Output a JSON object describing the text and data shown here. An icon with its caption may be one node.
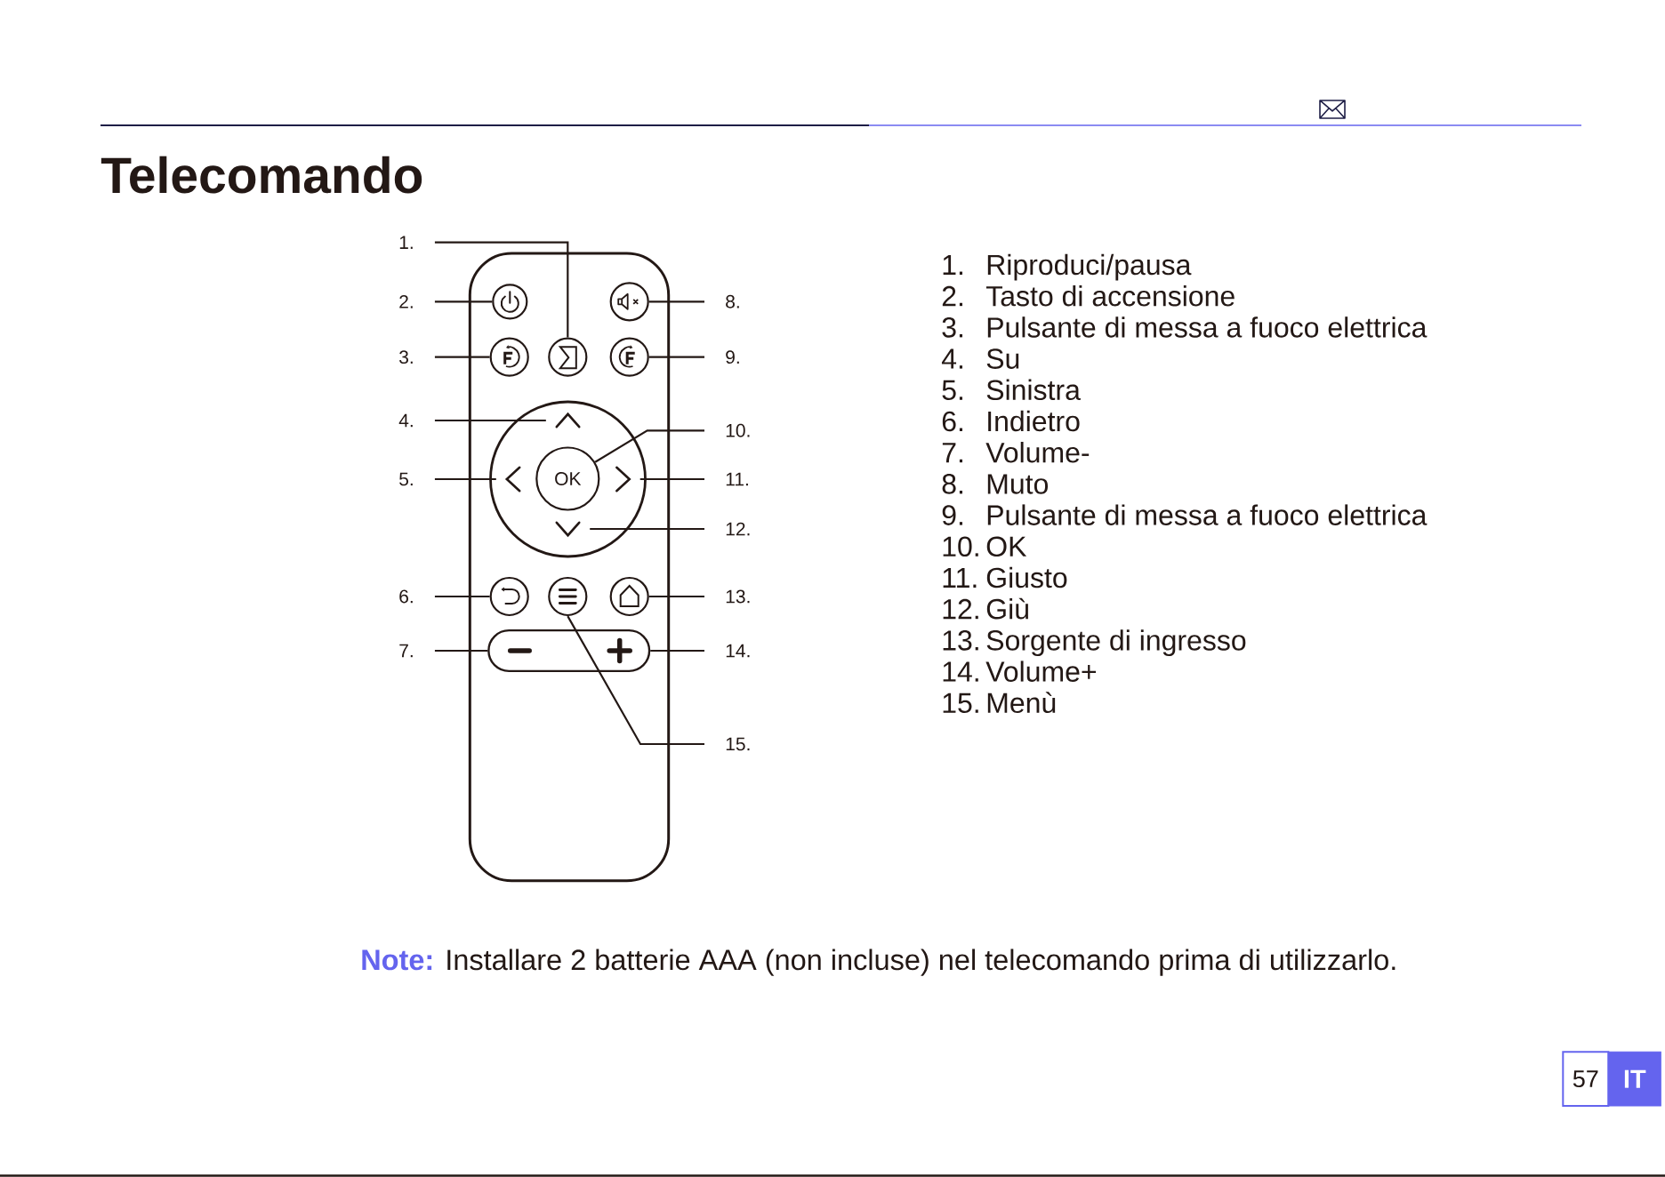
{
  "diagram": {
    "title": "Telecomando",
    "caption": "**Note:** Installare 2 batterie AAA (non incluse) nel telecomando prima di utilizzarlo.",
    "nodes": [
      {
        "text": [],
        "shape": "box"
      },
      {
        "text": [],
        "shape": "circle",
        "in": 0
      },
      {
        "text": [],
        "shape": "circle",
        "in": 0
      },
      {
        "text": [],
        "shape": "circle",
        "in": 0
      },
      {
        "text": [],
        "shape": "circle",
        "in": 0
      },
      {
        "text": [],
        "shape": "circle",
        "in": 0
      },
      {
        "text": [],
        "shape": "circle",
        "in": 0
      },
      {
        "text": [],
        "shape": "chevron",
        "in": 6
      },
      {
        "text": [],
        "shape": "chevron",
        "in": 6
      },
      {
        "text": [
          "OK"
        ],
        "in": 6
      },
      {
        "text": [],
        "shape": "chevron",
        "in": 6
      },
      {
        "text": [],
        "shape": "chevron",
        "in": 6
      },
      {
        "text": [],
        "shape": "circle",
        "in": 0
      },
      {
        "text": [],
        "shape": "circle",
        "in": 0
      },
      {
        "text": [],
        "shape": "circle",
        "in": 0
      },
      {
        "text": [],
        "shape": "box",
        "in": 0
      },
      {
        "text": [
          "1."
        ]
      },
      {
        "text": [
          "2."
        ]
      },
      {
        "text": [
          "3."
        ]
      },
      {
        "text": [
          "4."
        ]
      },
      {
        "text": [
          "5."
        ]
      },
      {
        "text": [
          "6."
        ]
      },
      {
        "text": [
          "7."
        ]
      },
      {
        "text": [
          "8."
        ]
      },
      {
        "text": [
          "9."
        ]
      },
      {
        "text": [
          "10."
        ]
      },
      {
        "text": [
          "11."
        ]
      },
      {
        "text": [
          "12."
        ]
      },
      {
        "text": [
          "13."
        ]
      },
      {
        "text": [
          "14."
        ]
      },
      {
        "text": [
          "15."
        ]
      },
      {
        "text": [
          "57"
        ]
      },
      {
        "text": [
          "IT"
        ]
      }
    ],
    "edges": [
      {
        "from": 16,
        "to": 4,
        "arrow": "none"
      },
      {
        "from": 17,
        "to": 1,
        "arrow": "none"
      },
      {
        "from": 18,
        "to": 3,
        "arrow": "none"
      },
      {
        "from": 19,
        "to": 7,
        "arrow": "none"
      },
      {
        "from": 20,
        "to": 8,
        "arrow": "none"
      },
      {
        "from": 21,
        "to": 12,
        "arrow": "none"
      },
      {
        "from": 22,
        "to": 15,
        "arrow": "none"
      },
      {
        "from": 23,
        "to": 2,
        "arrow": "none"
      },
      {
        "from": 24,
        "to": 5,
        "arrow": "none"
      },
      {
        "from": 25,
        "to": 9,
        "arrow": "none"
      },
      {
        "from": 26,
        "to": 10,
        "arrow": "none"
      },
      {
        "from": 27,
        "to": 11,
        "arrow": "none"
      },
      {
        "from": 28,
        "to": 14,
        "arrow": "none"
      },
      {
        "from": 29,
        "to": 15,
        "arrow": "none"
      },
      {
        "from": 30,
        "to": 13,
        "arrow": "none"
      }
    ],
    "labels": [
      "1.",
      "Riproduci/pausa",
      "2.",
      "Tasto di accensione",
      "3.",
      "Pulsante di messa a fuoco elettrica",
      "4.",
      "Su",
      "5.",
      "Sinistra",
      "6.",
      "Indietro",
      "7.",
      "Volume-",
      "8.",
      "Muto",
      "9.",
      "Pulsante di messa a fuoco elettrica",
      "10.",
      "OK",
      "11.",
      "Giusto",
      "12.",
      "Giù",
      "13.",
      "Sorgente di ingresso",
      "14.",
      "Volume+",
      "15.",
      "Menù"
    ]
  }
}
